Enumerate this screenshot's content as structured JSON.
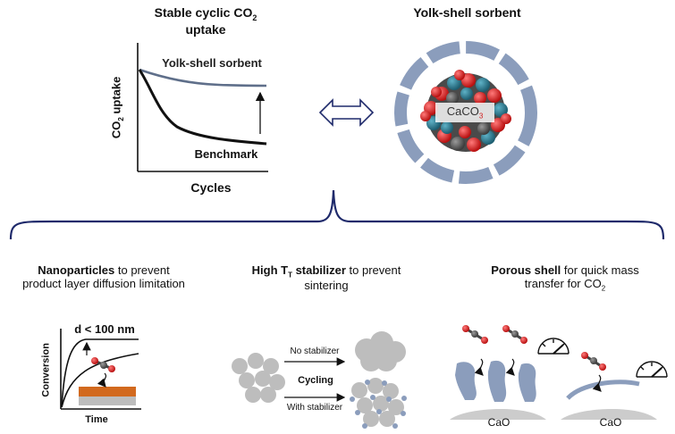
{
  "top_left": {
    "title_line1": "Stable cyclic CO",
    "title_sub": "2",
    "title_line2": "uptake",
    "ylabel_main": "CO",
    "ylabel_sub": "2",
    "ylabel_rest": " uptake",
    "xlabel": "Cycles",
    "curve_yolk_label": "Yolk-shell sorbent",
    "curve_bench_label": "Benchmark"
  },
  "top_right": {
    "title": "Yolk-shell sorbent",
    "core_label_main": "CaCO",
    "core_label_sub": "3"
  },
  "nano": {
    "title_bold": "Nanoparticles",
    "title_rest": " to prevent",
    "title_line2": "product layer diffusion limitation",
    "size_label": "d < 100 nm",
    "ylabel": "Conversion",
    "xlabel": "Time"
  },
  "stabilizer": {
    "title_bold_main": "High T",
    "title_bold_sub": "T",
    "title_bold_rest": " stabilizer",
    "title_rest": " to prevent",
    "title_line2": "sintering",
    "no_stab_label": "No stabilizer",
    "cycling_label": "Cycling",
    "with_stab_label": "With stabilizer"
  },
  "shell": {
    "title_bold": "Porous shell",
    "title_rest": " for quick mass",
    "title_line2_main": "transfer for CO",
    "title_line2_sub": "2",
    "cao_left": "CaO",
    "cao_right": "CaO"
  },
  "colors": {
    "shell_blue": "#8b9dbc",
    "brace_navy": "#1f2a6b",
    "oxygen_red": "#d11b1b",
    "carbon_gray": "#555555",
    "calcium_teal": "#2c7a8f",
    "particle_gray": "#bdbdbd",
    "layer_orange": "#d2691e"
  }
}
